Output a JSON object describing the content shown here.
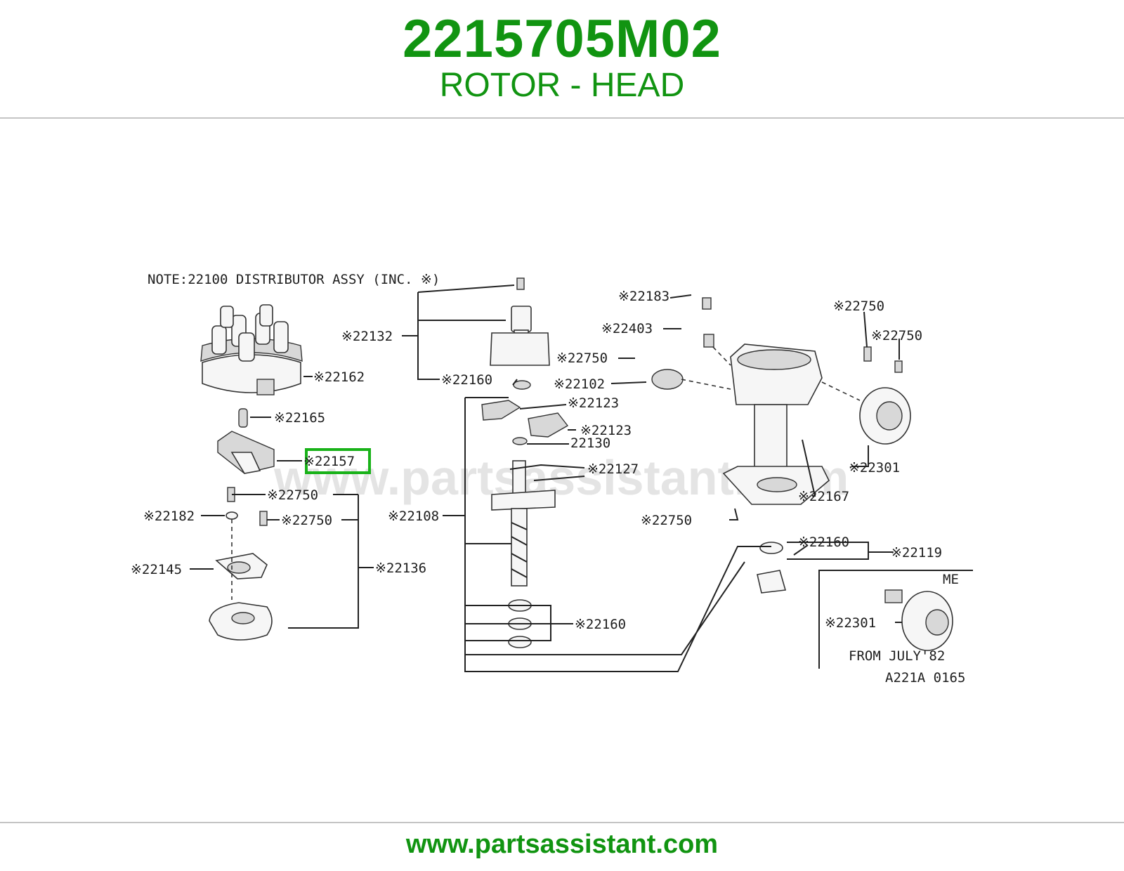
{
  "header": {
    "part_number": "2215705M02",
    "part_name": "ROTOR - HEAD"
  },
  "footer": {
    "url": "www.partsassistant.com"
  },
  "diagram": {
    "note": "NOTE:22100 DISTRIBUTOR ASSY (INC. ※)",
    "watermark": "www.partsassistant.com",
    "ref_code": "A221A 0165",
    "variant_code": "ME",
    "variant_note": "FROM JULY'82",
    "highlight_color": "#19b219",
    "brand_color": "#119411",
    "highlighted_part": "※22157",
    "callouts": {
      "c22162": "※22162",
      "c22165": "※22165",
      "c22157": "※22157",
      "c22750_a": "※22750",
      "c22182": "※22182",
      "c22750_b": "※22750",
      "c22145": "※22145",
      "c22136": "※22136",
      "c22132": "※22132",
      "c22160_a": "※22160",
      "c22123_a": "※22123",
      "c22123_b": "※22123",
      "c22130": "22130",
      "c22127": "※22127",
      "c22108": "※22108",
      "c22160_b": "※22160",
      "c22183": "※22183",
      "c22403": "※22403",
      "c22750_c": "※22750",
      "c22102": "※22102",
      "c22750_d": "※22750",
      "c22750_e": "※22750",
      "c22301_a": "※22301",
      "c22167": "※22167",
      "c22750_f": "※22750",
      "c22160_c": "※22160",
      "c22119": "※22119",
      "c22301_b": "※22301"
    }
  }
}
